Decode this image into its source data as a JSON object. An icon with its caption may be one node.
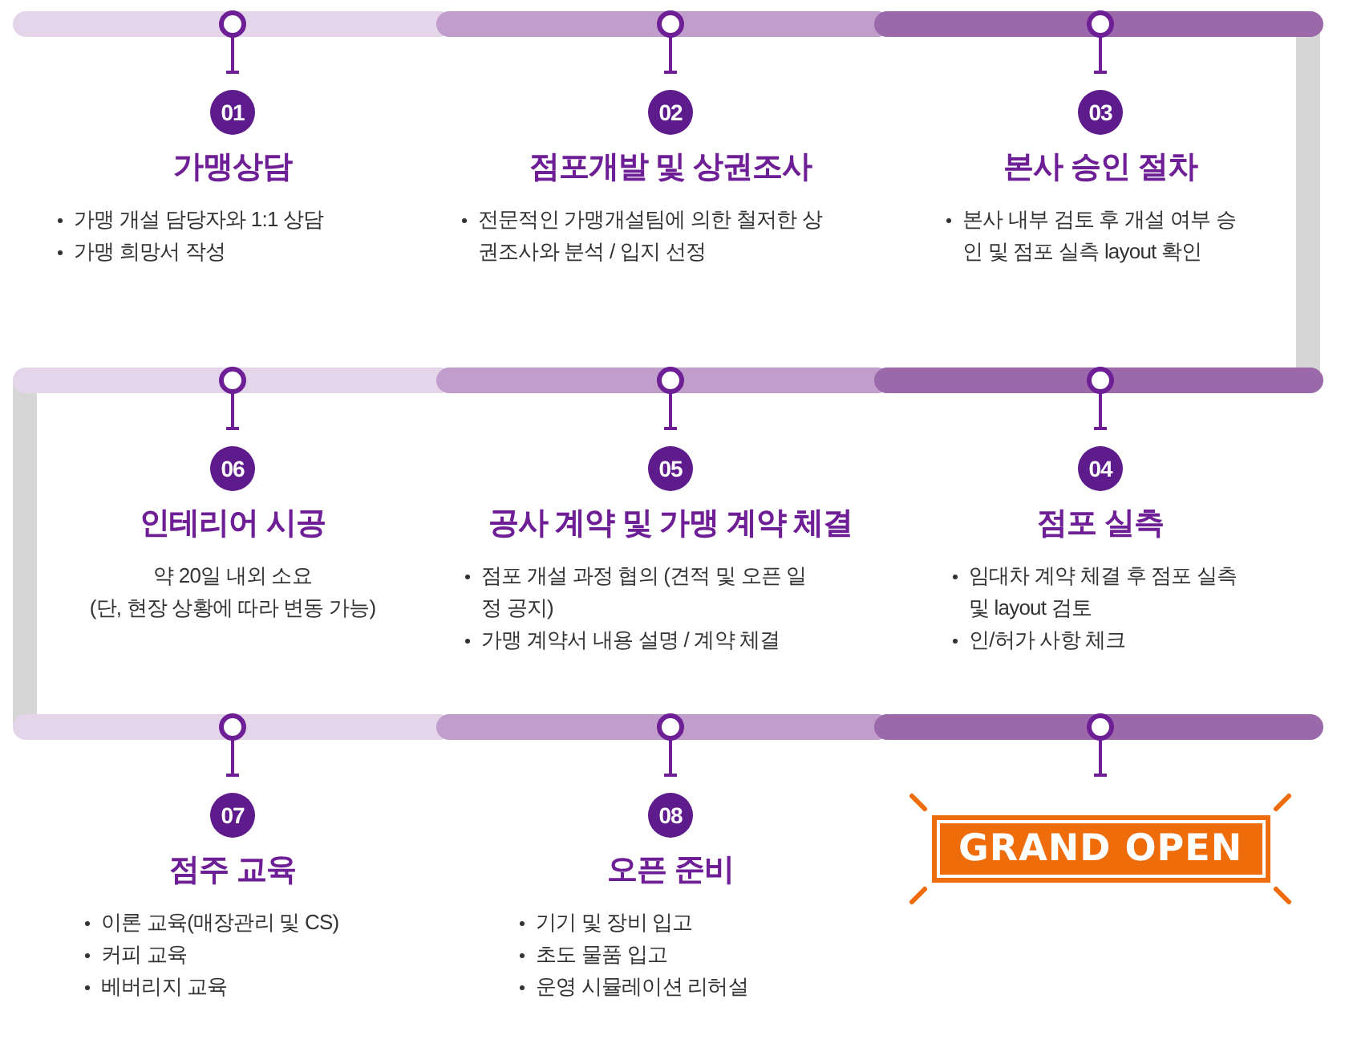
{
  "diagram": {
    "nodes": [
      {
        "text": [
          "01"
        ]
      },
      {
        "text": [
          "가맹상담",
          "가맹 개설 담당자와 1:1 상담",
          "가맹 희망서 작성"
        ]
      },
      {
        "text": [
          "02"
        ]
      },
      {
        "text": [
          "점포개발 및 상권조사",
          "전문적인 가맹개설팀에 의한 철저한 상권조사와 분석 / 입지 선정"
        ]
      },
      {
        "text": [
          "03"
        ]
      },
      {
        "text": [
          "본사 승인 절차",
          "본사 내부 검토 후 개설 여부 승인 및 점포 실측 layout 확인"
        ]
      },
      {
        "text": [
          "06"
        ]
      },
      {
        "text": [
          "인테리어 시공",
          "약 20일 내외 소요",
          "(단, 현장 상황에 따라 변동 가능)"
        ]
      },
      {
        "text": [
          "05"
        ]
      },
      {
        "text": [
          "공사 계약 및 가맹 계약 체결",
          "점포 개설 과정 협의 (견적 및 오픈 일정 공지)",
          "가맹 계약서 내용 설명 / 계약 체결"
        ]
      },
      {
        "text": [
          "04"
        ]
      },
      {
        "text": [
          "점포 실측",
          "임대차 계약 체결 후 점포 실측 및 layout 검토",
          "인/허가 사항 체크"
        ]
      },
      {
        "text": [
          "07"
        ]
      },
      {
        "text": [
          "점주 교육",
          "이론 교육(매장관리 및 CS)",
          "커피 교육",
          "베버리지 교육"
        ]
      },
      {
        "text": [
          "08"
        ]
      },
      {
        "text": [
          "오픈 준비",
          "기기 및 장비 입고",
          "초도 물품 입고",
          "운영 시뮬레이션 리허설"
        ]
      },
      {
        "text": [
          "GRAND OPEN"
        ]
      }
    ]
  }
}
